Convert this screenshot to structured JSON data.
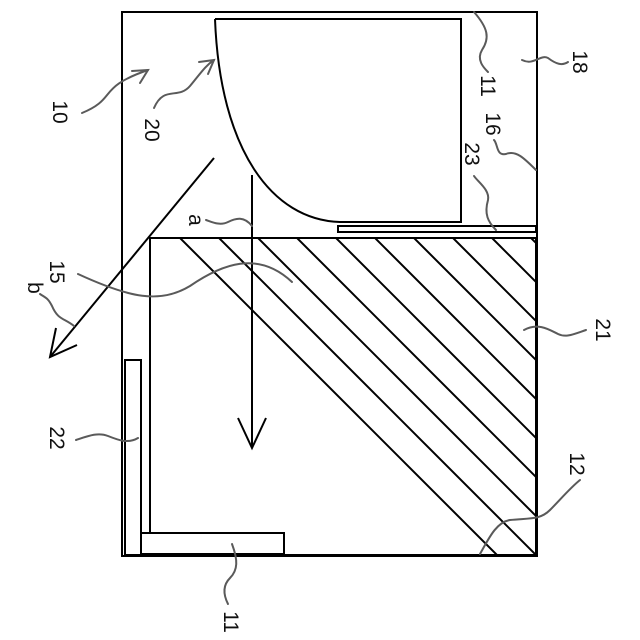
{
  "labels": {
    "l10": "10",
    "l20": "20",
    "l11_top": "11",
    "l18": "18",
    "l16": "16",
    "l23": "23",
    "la": "a",
    "l15": "15",
    "lb": "b",
    "l21": "21",
    "l22": "22",
    "l12": "12",
    "l11_bottom": "11"
  },
  "colors": {
    "line": "#000000",
    "leader": "#5a5a5a",
    "background": "#ffffff"
  }
}
